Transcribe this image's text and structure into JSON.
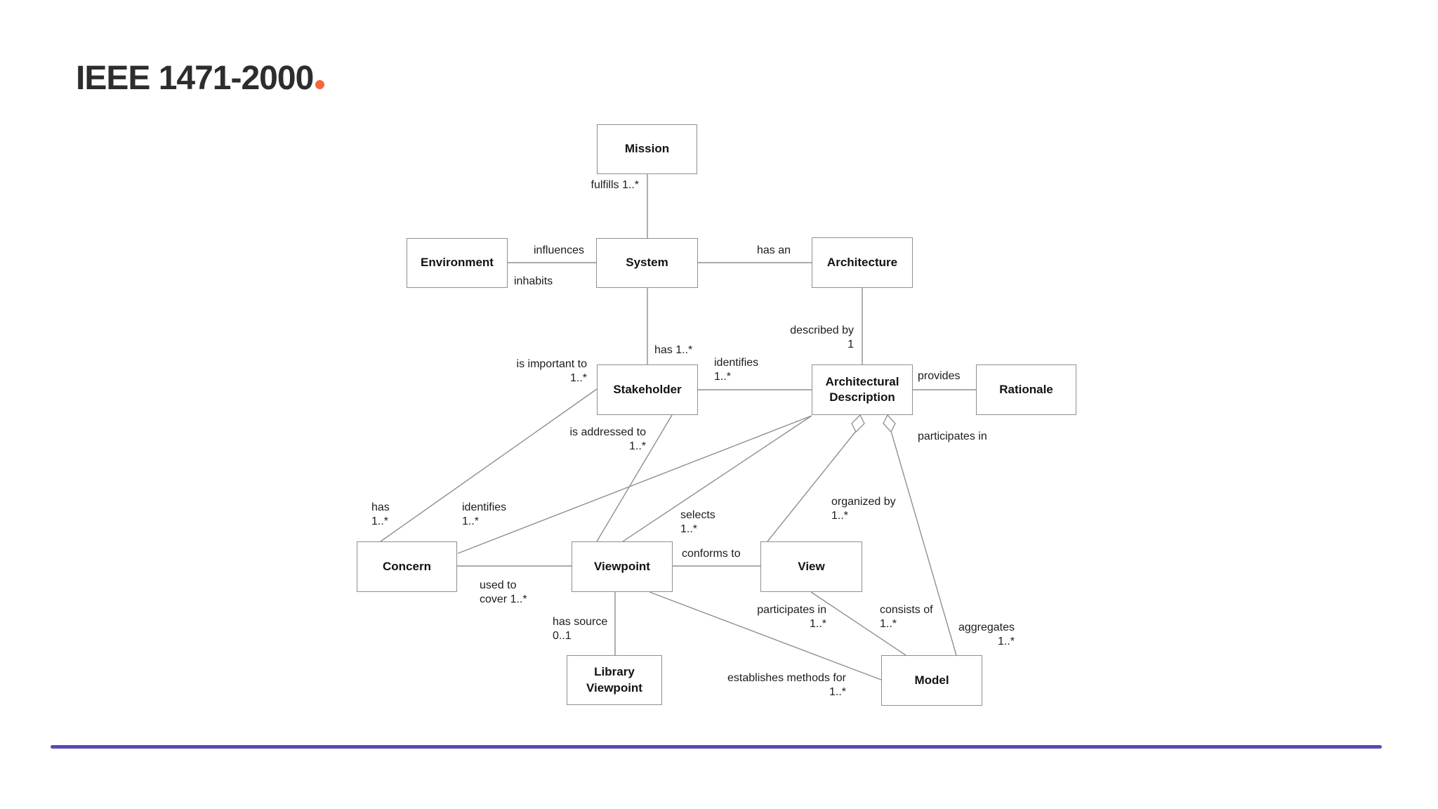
{
  "title": {
    "text": "IEEE 1471-2000",
    "dot": "."
  },
  "colors": {
    "accent_dot": "#F3683C",
    "divider": "#5A4AB5",
    "connector_line": "#8f8f8f",
    "box_border": "#8f8f8f",
    "title_text": "#2d2d2d"
  },
  "boxes": {
    "mission": "Mission",
    "environment": "Environment",
    "system": "System",
    "architecture": "Architecture",
    "stakeholder": "Stakeholder",
    "architectural_description": "Architectural Description",
    "rationale": "Rationale",
    "concern": "Concern",
    "viewpoint": "Viewpoint",
    "view": "View",
    "library_viewpoint": "Library Viewpoint",
    "model": "Model"
  },
  "edge_labels": {
    "fulfills": "fulfills 1..*",
    "influences": "influences",
    "inhabits": "inhabits",
    "has_an": "has an",
    "has_stakeholder": "has 1..*",
    "described_by": "described by\n1",
    "identifies_stakeholder": "identifies\n1..*",
    "provides": "provides",
    "is_important_to": "is important to\n1..*",
    "is_addressed_to": "is addressed to\n1..*",
    "participates_in_ad": "participates in",
    "has_concern": "has\n1..*",
    "identifies_concern": "identifies\n1..*",
    "selects": "selects\n1..*",
    "organized_by": "organized by\n1..*",
    "conforms_to": "conforms to",
    "used_to_cover": "used to\ncover 1..*",
    "has_source": "has source\n0..1",
    "participates_in_view": "participates in\n1..*",
    "consists_of": "consists of\n1..*",
    "establishes_methods": "establishes methods for\n1..*",
    "aggregates": "aggregates\n1..*"
  }
}
